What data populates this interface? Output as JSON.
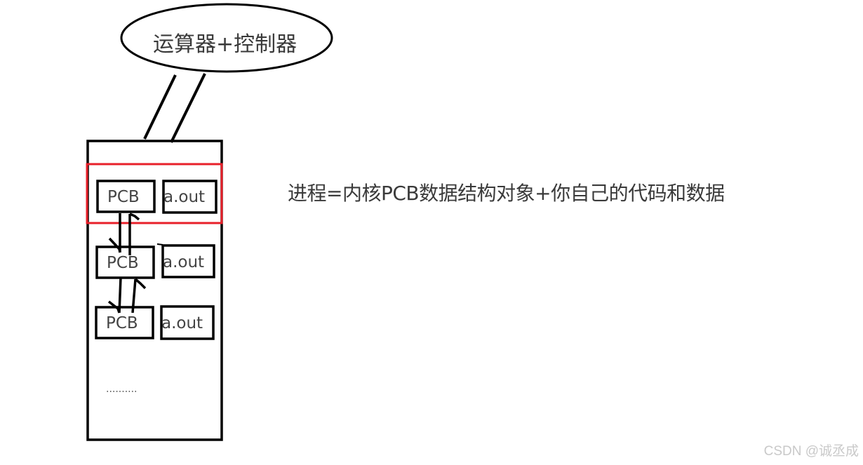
{
  "diagram": {
    "cpu_ellipse": {
      "label": "运算器+控制器"
    },
    "process_list": {
      "rows": [
        {
          "pcb": "PCB",
          "program": "a.out",
          "highlighted": true
        },
        {
          "pcb": "PCB",
          "program": "a.out",
          "highlighted": false
        },
        {
          "pcb": "PCB",
          "program": "a.out",
          "highlighted": false
        }
      ],
      "ellipsis": "..........",
      "highlight_color": "#e8202a"
    },
    "caption": "进程=内核PCB数据结构对象+你自己的代码和数据"
  },
  "watermark": "CSDN @诚丞成"
}
